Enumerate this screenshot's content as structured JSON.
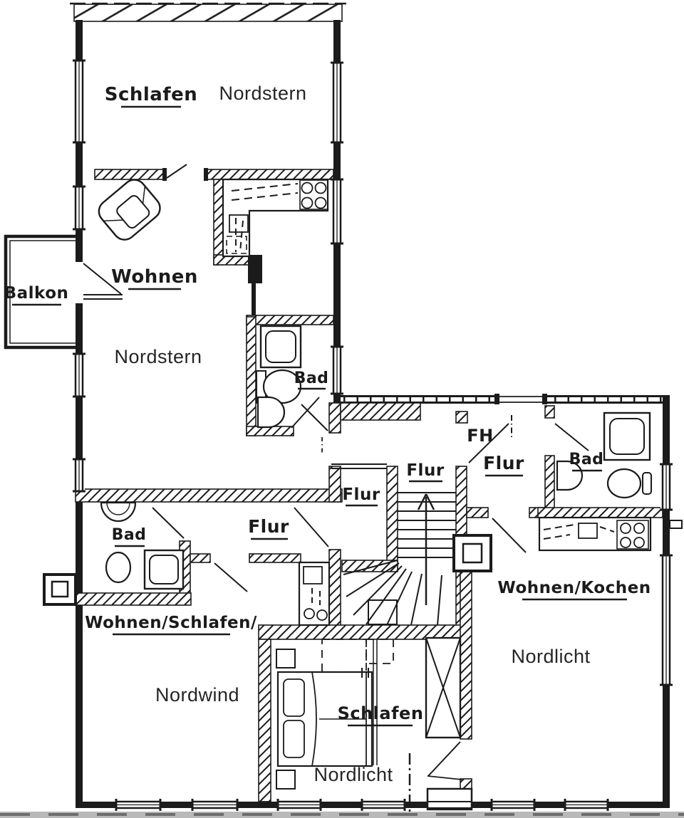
{
  "plan": {
    "labels": {
      "schlafen_top": "Schlafen",
      "nordstern_top": "Nordstern",
      "wohnen": "Wohnen",
      "balkon": "Balkon",
      "nordstern_mid": "Nordstern",
      "bad_nordstern": "Bad",
      "fh": "FH",
      "flur_stair": "Flur",
      "flur_right": "Flur",
      "bad_right": "Bad",
      "flur_landing": "Flur",
      "flur_nordwind": "Flur",
      "bad_nordwind": "Bad",
      "wohnen_schlafen": "Wohnen/Schlafen/",
      "wohnen_kochen": "Wohnen/Kochen",
      "nordlicht_main": "Nordlicht",
      "nordwind": "Nordwind",
      "schlafen_bottom": "Schlafen",
      "nordlicht_bottom": "Nordlicht"
    },
    "colors": {
      "ink": "#1b1b1b",
      "paper": "#ffffff",
      "scan_edge": "#b9b9b9"
    }
  }
}
